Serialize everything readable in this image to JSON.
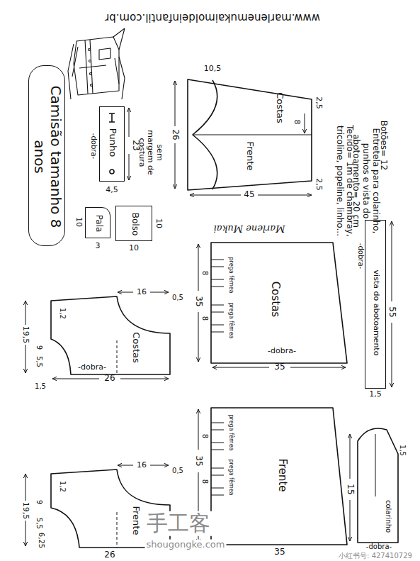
{
  "diagram": {
    "nodes": [
      {
        "text": [
          "Camisão tamanho 8 anos"
        ]
      },
      {
        "text": [
          "Punho",
          "-dobra-"
        ]
      },
      {
        "text": [
          "Pala"
        ]
      },
      {
        "text": [
          "Bolso"
        ]
      },
      {
        "text": [
          "Costas",
          "Frente"
        ]
      },
      {
        "text": [
          "Costas",
          "-dobra-",
          "prega fêmea",
          "prega fêmea"
        ]
      },
      {
        "text": [
          "vista do abotoamento",
          "-dobra-"
        ]
      },
      {
        "text": [
          "Costas",
          "-dobra-"
        ]
      },
      {
        "text": [
          "Frente"
        ]
      },
      {
        "text": [
          "Frente",
          "prega fêmea",
          "prega fêmea"
        ]
      },
      {
        "text": [
          "colarinho",
          "-dobra-"
        ]
      }
    ],
    "labels": [
      "www.marlenemukaimoldeinfantil.com.br",
      "Tecido= 1m de chambray, tricoline, popeline, linho...",
      "Entretela para colarinho, punhos e vista do abotoamento= 20 cm",
      "Botões= 12",
      "sem margem de costura",
      "23",
      "4,5",
      "10",
      "3",
      "10",
      "10",
      "10,5",
      "2,5",
      "8",
      "26",
      "2,5",
      "45",
      "Marlene Mukai",
      "35",
      "8",
      "8",
      "35",
      "55",
      "1,5",
      "16",
      "0,5",
      "1,2",
      "19,5",
      "9",
      "5,5",
      "1,5",
      "26",
      "16",
      "0,5",
      "1,2",
      "19,5",
      "9",
      "5,5",
      "6,25",
      "26",
      "35",
      "8",
      "8",
      "35",
      "15",
      "1,5",
      "手工客",
      "shougongke.com",
      "小红书号: 427410729"
    ]
  }
}
